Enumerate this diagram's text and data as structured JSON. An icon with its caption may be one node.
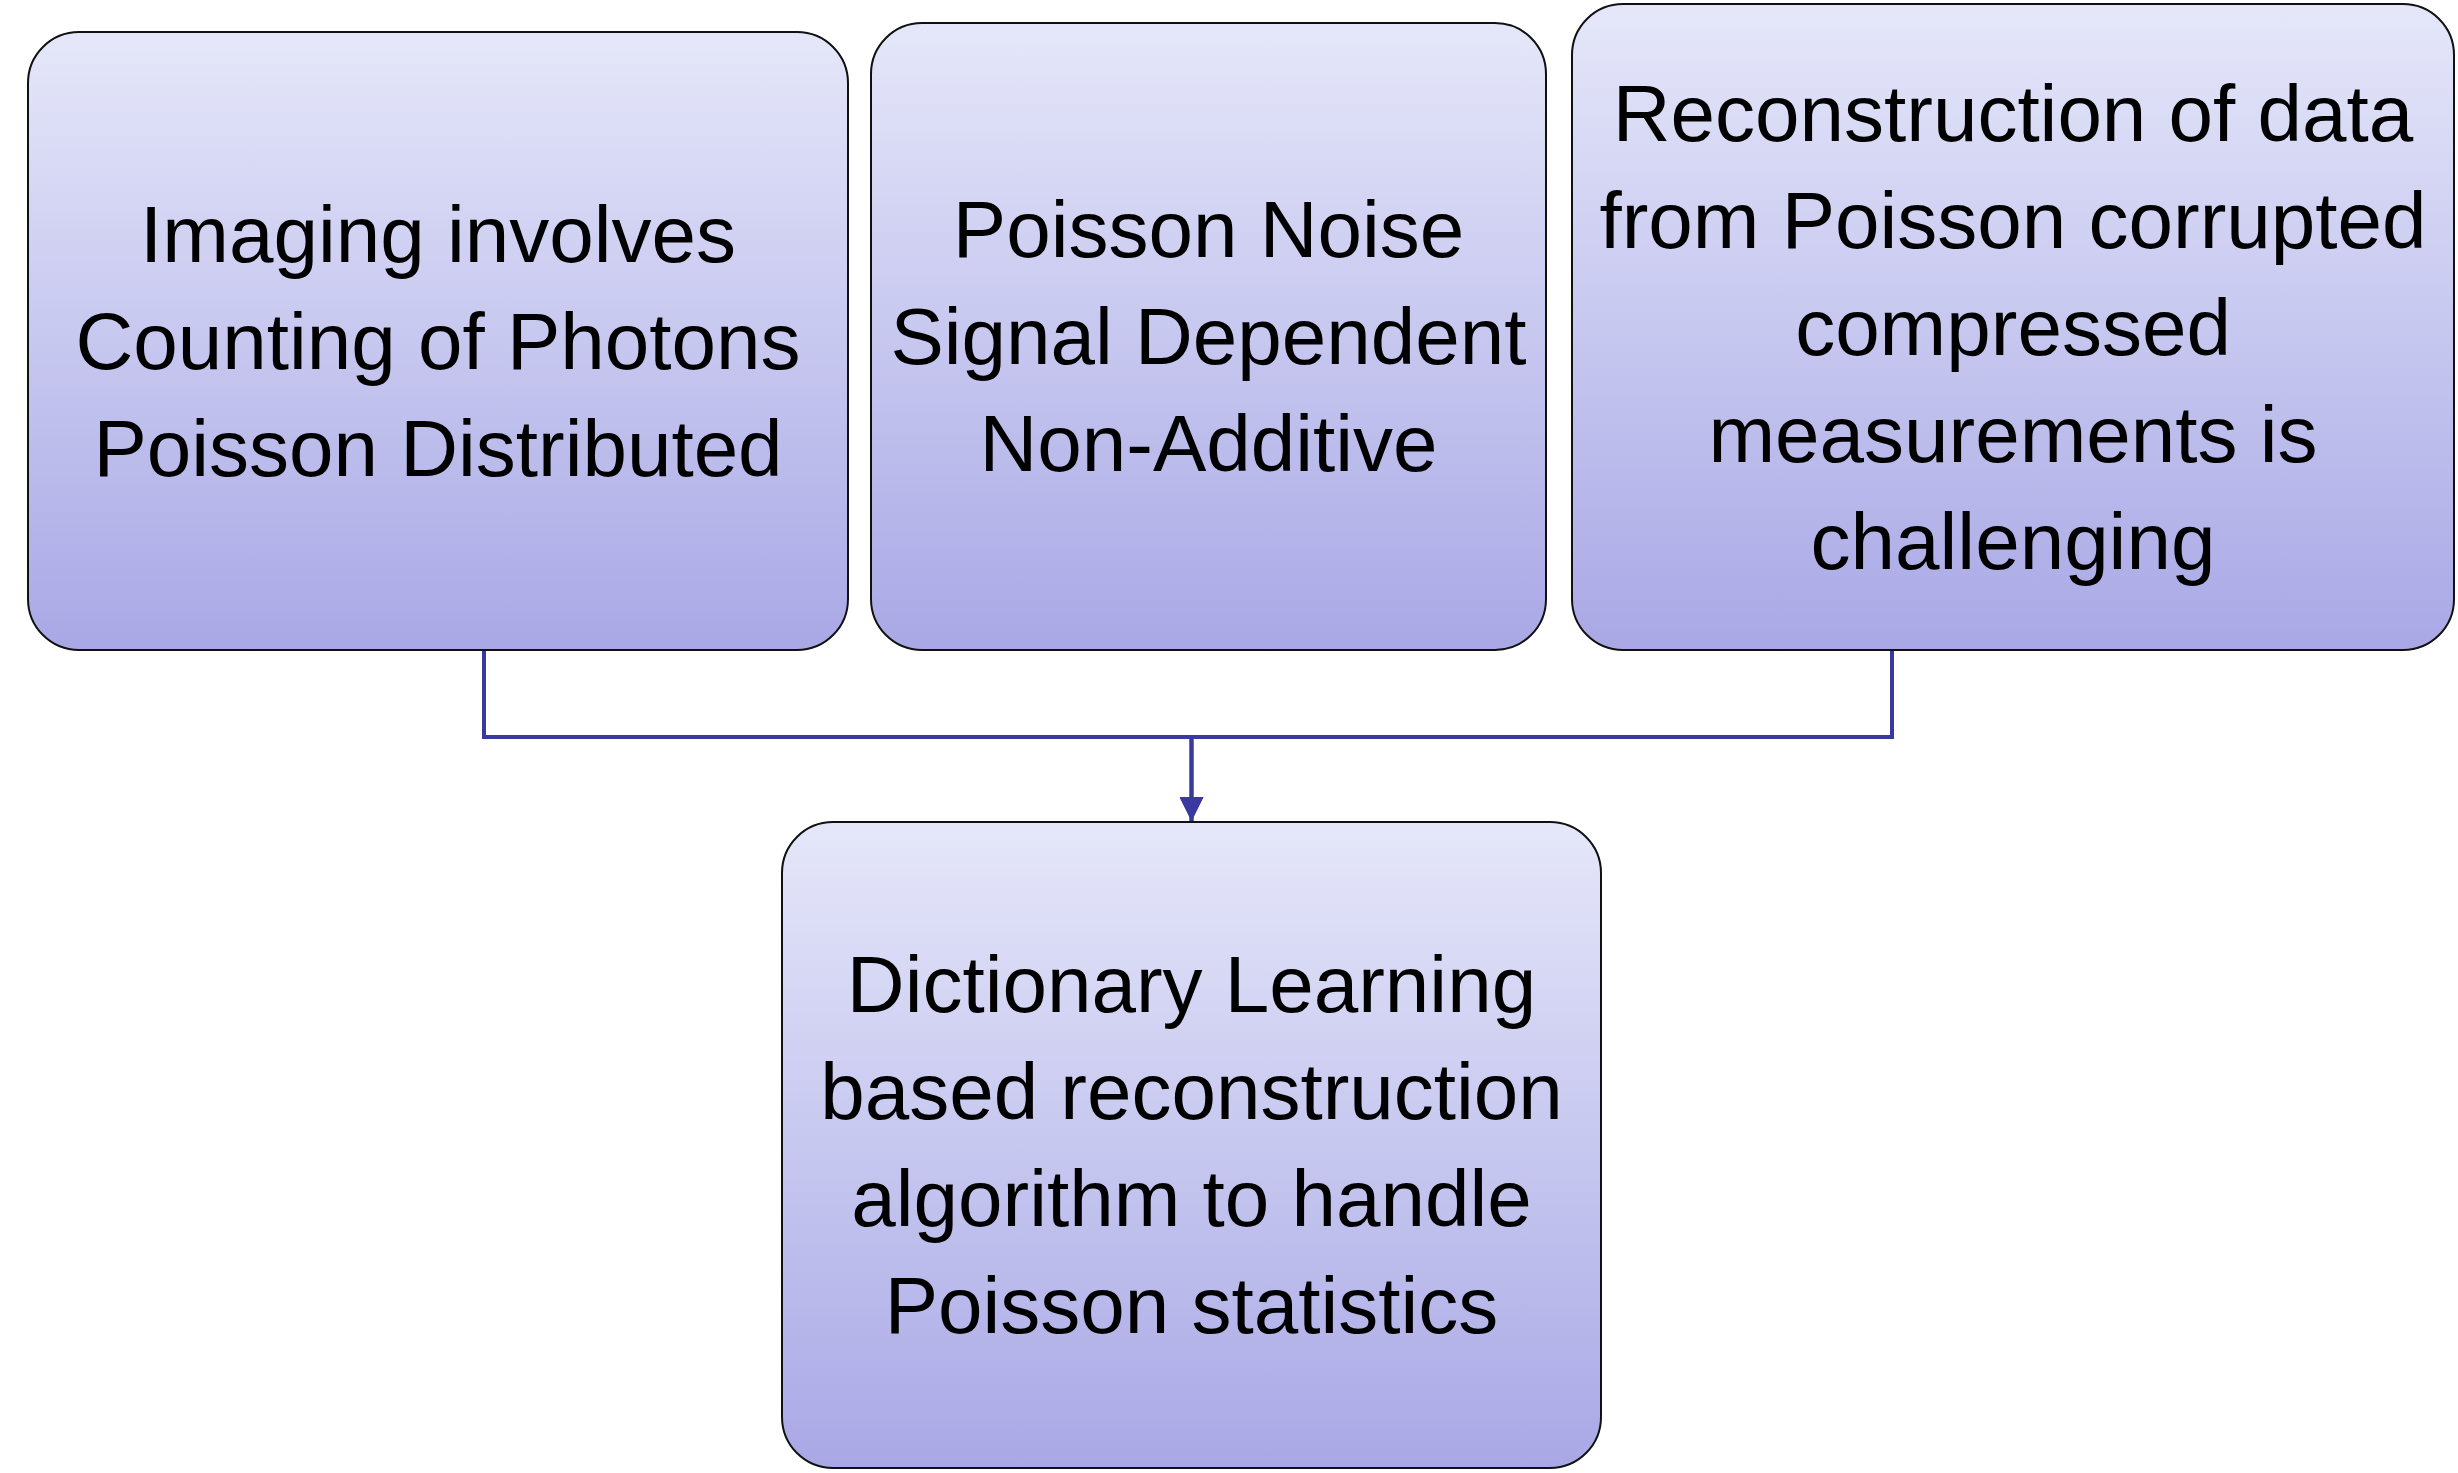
{
  "diagram": {
    "nodes": [
      {
        "text": [
          "Imaging involves Counting of Photons Poisson Distributed"
        ]
      },
      {
        "text": [
          "Poisson Noise Signal Dependent Non-Additive"
        ]
      },
      {
        "text": [
          "Reconstruction of data from Poisson corrupted compressed measurements is challenging"
        ]
      },
      {
        "text": [
          "Dictionary Learning based reconstruction algorithm to handle Poisson statistics"
        ]
      }
    ],
    "edges": [
      {
        "from": 0,
        "to": 3,
        "arrow": "to"
      },
      {
        "from": 2,
        "to": 3,
        "arrow": "to"
      }
    ]
  }
}
